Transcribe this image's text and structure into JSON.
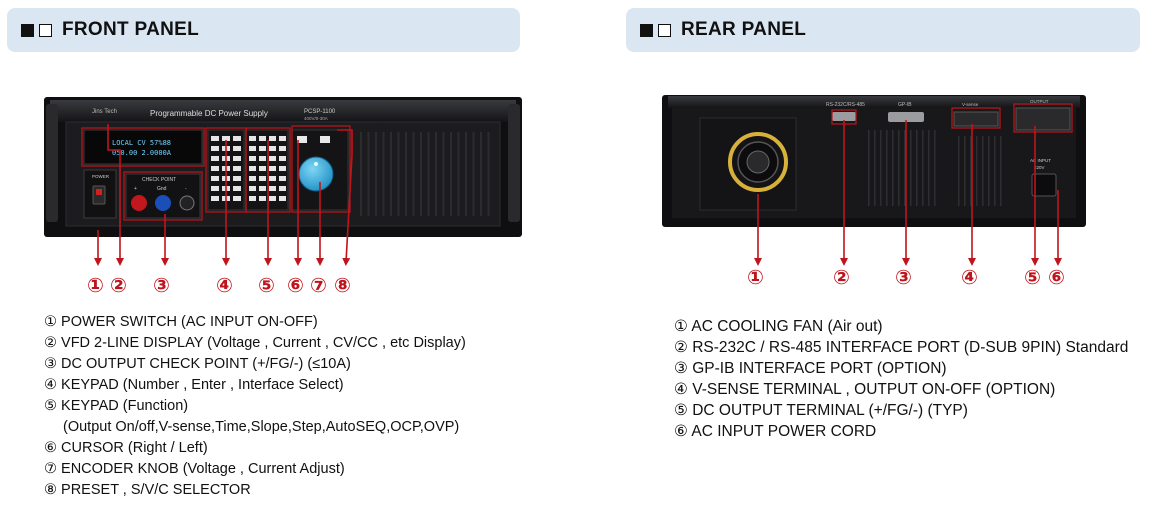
{
  "front_panel": {
    "title": "FRONT PANEL",
    "device": {
      "brand_line1": "Jins Tech",
      "brand_line2": "Tech",
      "model": "PCSP-1100",
      "model_sub": "400V/0-30A",
      "name": "Programmable DC Power Supply",
      "display_line1": "LOCAL  CV 57%88",
      "display_line2": "050.00  2.0000A",
      "power_label": "POWER",
      "check_point_label": "CHECK POINT",
      "gnd_label": "Gnd",
      "plus_label": "+",
      "minus_label": "-"
    },
    "callouts": [
      "①",
      "②",
      "③",
      "④",
      "⑤",
      "⑥",
      "⑦",
      "⑧"
    ],
    "items": [
      {
        "num": "①",
        "text": "POWER SWITCH (AC INPUT ON-OFF)"
      },
      {
        "num": "②",
        "text": "VFD 2-LINE DISPLAY (Voltage , Current , CV/CC , etc Display)"
      },
      {
        "num": "③",
        "text": "DC OUTPUT CHECK POINT (+/FG/-)  (≤10A)"
      },
      {
        "num": "④",
        "text": "KEYPAD (Number , Enter , Interface Select)"
      },
      {
        "num": "⑤",
        "text": "KEYPAD (Function)"
      },
      {
        "num": "",
        "text": "(Output On/off,V-sense,Time,Slope,Step,AutoSEQ,OCP,OVP)"
      },
      {
        "num": "⑥",
        "text": "CURSOR (Right / Left)"
      },
      {
        "num": "⑦",
        "text": "ENCODER KNOB (Voltage , Current Adjust)"
      },
      {
        "num": "⑧",
        "text": "PRESET ,  S/V/C SELECTOR"
      }
    ]
  },
  "rear_panel": {
    "title": "REAR PANEL",
    "device": {
      "rs_label": "RS-232C/RS-485",
      "gpib_label": "GP-IB",
      "vsense_label": "V-sense",
      "output_label": "OUTPUT",
      "ac_label": "AC INPUT",
      "ac_volt": "220V"
    },
    "callouts": [
      "①",
      "②",
      "③",
      "④",
      "⑤",
      "⑥"
    ],
    "items": [
      {
        "num": "①",
        "text": "AC COOLING FAN (Air out)"
      },
      {
        "num": "②",
        "text": "RS-232C / RS-485 INTERFACE PORT (D-SUB 9PIN) Standard"
      },
      {
        "num": "③",
        "text": "GP-IB INTERFACE PORT (OPTION)"
      },
      {
        "num": "④",
        "text": "V-SENSE TERMINAL , OUTPUT ON-OFF (OPTION)"
      },
      {
        "num": "⑤",
        "text": "DC OUTPUT TERMINAL  (+/FG/-) (TYP)"
      },
      {
        "num": "⑥",
        "text": "AC INPUT POWER CORD"
      }
    ]
  },
  "colors": {
    "header_bg": "#dbe6f3",
    "callout_red": "#c0141c",
    "device_body": "#1a1a1c"
  }
}
